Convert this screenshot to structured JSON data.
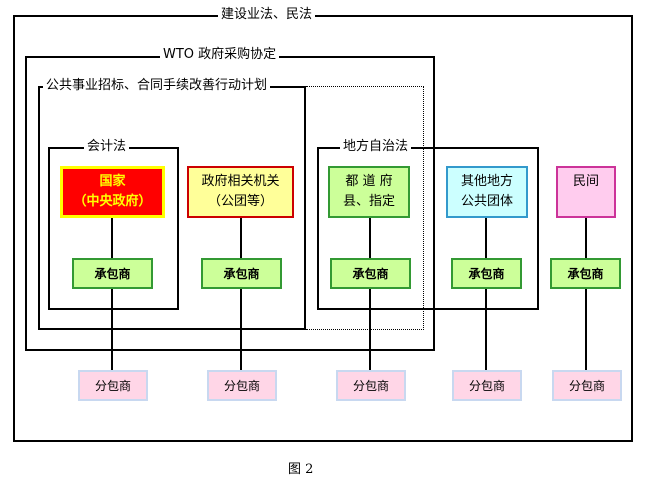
{
  "frames": {
    "outer": "建设业法、民法",
    "wto": "WTO 政府采购协定",
    "public_works": "公共事业招标、合同手续改善行动计划",
    "accounting": "会计法",
    "local_autonomy": "地方自治法"
  },
  "entities": {
    "state_line1": "国家",
    "state_line2": "（中央政府）",
    "gov_related_line1": "政府相关机关",
    "gov_related_line2": "（公团等）",
    "prefecture_line1": "都 道 府",
    "prefecture_line2": "县、指定",
    "other_local_line1": "其他地方",
    "other_local_line2": "公共团体",
    "private": "民间"
  },
  "contractor_label": "承包商",
  "subcontractor_label": "分包商",
  "caption": "图 2",
  "colors": {
    "state_fill": "#ff0000",
    "state_border": "#ffff00",
    "gov_related_fill": "#ffff99",
    "gov_related_border": "#cc0000",
    "prefecture_fill": "#ccff99",
    "prefecture_border": "#339933",
    "other_local_fill": "#ccffff",
    "other_local_border": "#3399cc",
    "private_fill": "#ffccee",
    "private_border": "#cc3399",
    "contractor_fill": "#ccff99",
    "subcontractor_fill": "#ffd6e7"
  }
}
